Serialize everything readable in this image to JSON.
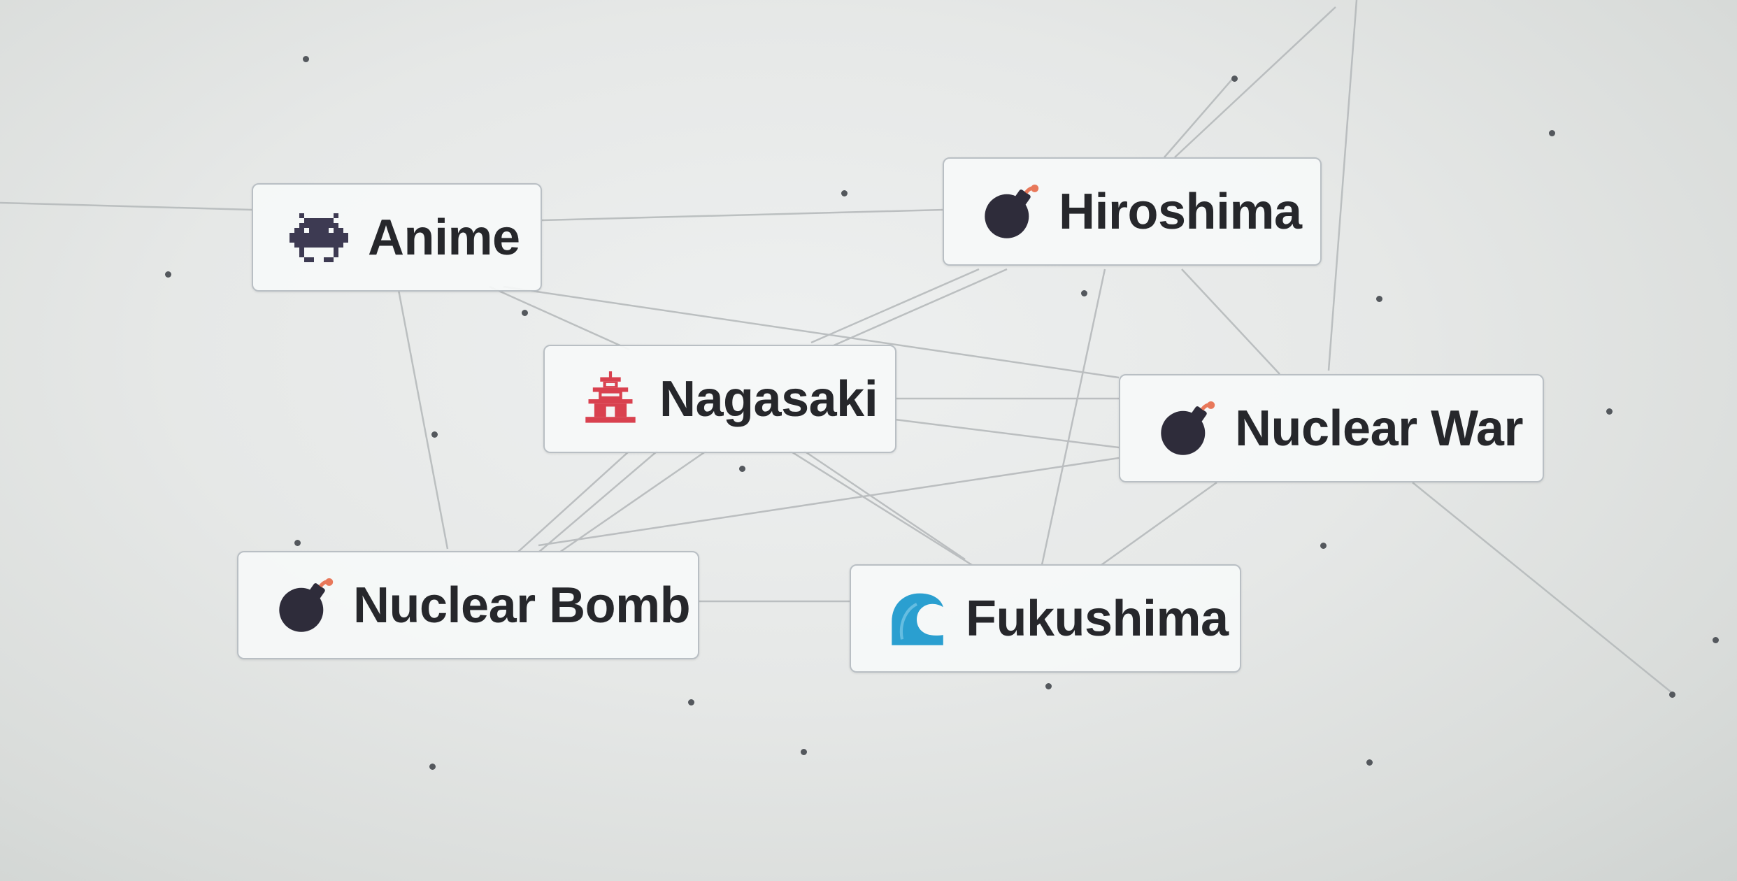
{
  "elements": [
    {
      "id": "anime",
      "label": "Anime",
      "icon": "space-invader-icon"
    },
    {
      "id": "hiroshima",
      "label": "Hiroshima",
      "icon": "bomb-icon"
    },
    {
      "id": "nagasaki",
      "label": "Nagasaki",
      "icon": "pagoda-icon"
    },
    {
      "id": "nuclear-war",
      "label": "Nuclear War",
      "icon": "bomb-icon"
    },
    {
      "id": "nuclear-bomb",
      "label": "Nuclear Bomb",
      "icon": "bomb-icon"
    },
    {
      "id": "fukushima",
      "label": "Fukushima",
      "icon": "wave-icon"
    }
  ],
  "colors": {
    "bomb": "#2e2c3a",
    "fuse": "#e8785a",
    "invader": "#3d3a52",
    "pagoda": "#d9414f",
    "wave": "#2a9fd0",
    "text": "#26272b"
  }
}
